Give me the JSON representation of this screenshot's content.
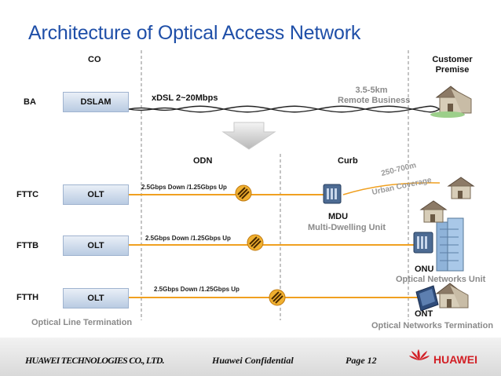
{
  "title": "Architecture of Optical Access Network",
  "labels": {
    "co": "CO",
    "customer_premise_line1": "Customer",
    "customer_premise_line2": "Premise",
    "odn": "ODN",
    "curb": "Curb",
    "remote_business_distance": "3.5-5km",
    "remote_business": "Remote Business",
    "xdsl": "xDSL 2~20Mbps",
    "urban_distance": "250-700m",
    "urban_coverage": "Urban Coverage",
    "mdu": "MDU",
    "mdu_full": "Multi-Dwelling Unit",
    "onu": "ONU",
    "onu_full": "Optical Networks Unit",
    "ont": "ONT",
    "ont_full": "Optical Networks Termination",
    "olt_full": "Optical Line Termination"
  },
  "rows": [
    {
      "name": "BA",
      "device": "DSLAM"
    },
    {
      "name": "FTTC",
      "device": "OLT",
      "rate": "2.5Gbps Down /1.25Gbps Up"
    },
    {
      "name": "FTTB",
      "device": "OLT",
      "rate": "2.5Gbps Down /1.25Gbps Up"
    },
    {
      "name": "FTTH",
      "device": "OLT",
      "rate": "2.5Gbps Down /1.25Gbps Up"
    }
  ],
  "footer": {
    "company": "HUAWEI TECHNOLOGIES CO., LTD.",
    "confidential": "Huawei Confidential",
    "page": "Page 12",
    "brand": "HUAWEI"
  },
  "colors": {
    "title": "#1f4fa8",
    "fiber": "#f0a020",
    "olt_box": "#b9cbe2",
    "brand_red": "#d21f25"
  }
}
